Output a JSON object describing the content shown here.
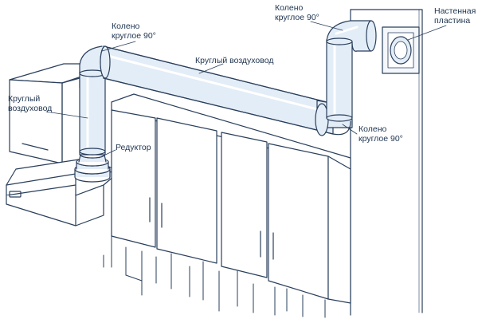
{
  "labels": {
    "elbow_top_left": {
      "line1": "Колено",
      "line2": "круглое 90°"
    },
    "elbow_top_right": {
      "line1": "Колено",
      "line2": "круглое 90°"
    },
    "wall_plate": {
      "line1": "Настенная",
      "line2": "пластина"
    },
    "duct_main": {
      "line1": "Круглый воздуховод"
    },
    "duct_vertical": {
      "line1": "Круглый",
      "line2": "воздуховод"
    },
    "reducer": {
      "line1": "Редуктор"
    },
    "elbow_bottom_right": {
      "line1": "Колено",
      "line2": "круглое 90°"
    }
  },
  "colors": {
    "line": "#2a3f5c",
    "duct_fill": "#e3edf7",
    "duct_highlight": "#ffffff",
    "background": "#ffffff",
    "label_text": "#1f3550"
  }
}
